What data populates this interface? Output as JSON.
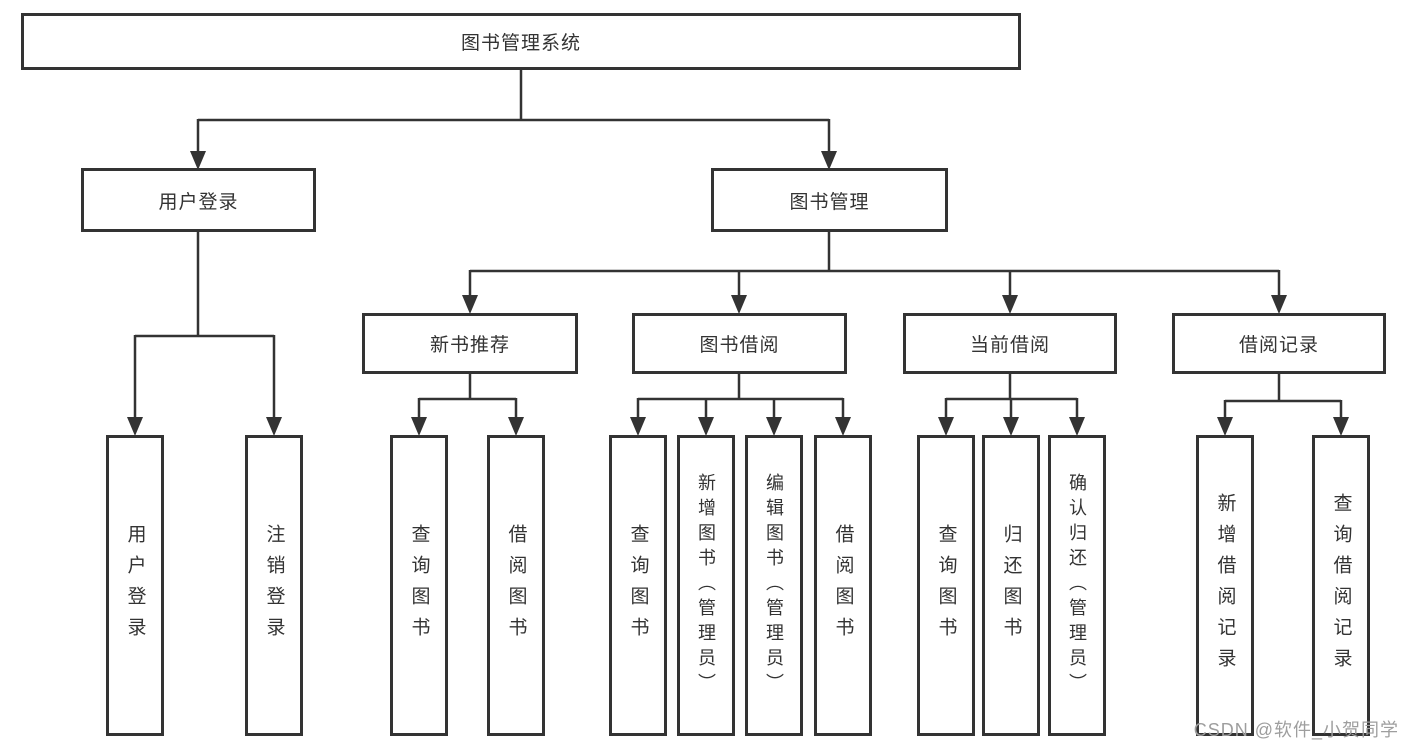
{
  "colors": {
    "line": "#333333",
    "text": "#333333",
    "background": "#ffffff",
    "watermark": "#9e9e9e"
  },
  "nodes": {
    "root": {
      "label": "图书管理系统"
    },
    "level2": [
      {
        "label": "用户登录"
      },
      {
        "label": "图书管理"
      }
    ],
    "level3": [
      {
        "label": "新书推荐"
      },
      {
        "label": "图书借阅"
      },
      {
        "label": "当前借阅"
      },
      {
        "label": "借阅记录"
      }
    ],
    "leaves": [
      {
        "label": "用户登录"
      },
      {
        "label": "注销登录"
      },
      {
        "label": "查询图书"
      },
      {
        "label": "借阅图书"
      },
      {
        "label": "查询图书"
      },
      {
        "label": "新增图书（管理员）"
      },
      {
        "label": "编辑图书（管理员）"
      },
      {
        "label": "借阅图书"
      },
      {
        "label": "查询图书"
      },
      {
        "label": "归还图书"
      },
      {
        "label": "确认归还（管理员）"
      },
      {
        "label": "新增借阅记录"
      },
      {
        "label": "查询借阅记录"
      }
    ]
  },
  "watermark": {
    "text": "CSDN @软件_小贺同学"
  }
}
